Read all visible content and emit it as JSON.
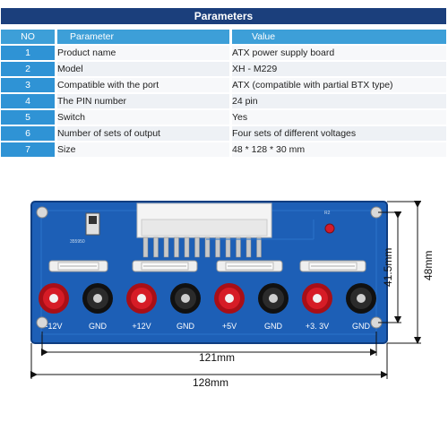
{
  "title": "Parameters",
  "table": {
    "headers": {
      "no": "NO",
      "name": "Parameter",
      "value": "Value"
    },
    "rows": [
      {
        "no": "1",
        "name": "Product name",
        "value": "ATX power supply board"
      },
      {
        "no": "2",
        "name": "Model",
        "value": "XH - M229"
      },
      {
        "no": "3",
        "name": "Compatible with the port",
        "value": "ATX (compatible with partial BTX type)"
      },
      {
        "no": "4",
        "name": "The PIN number",
        "value": "24 pin"
      },
      {
        "no": "5",
        "name": "Switch",
        "value": "Yes"
      },
      {
        "no": "6",
        "name": "Number of sets of output",
        "value": "Four sets of different voltages"
      },
      {
        "no": "7",
        "name": "Size",
        "value": "48 * 128 * 30 mm"
      }
    ]
  },
  "board": {
    "terminals": [
      "-12V",
      "GND",
      "+12V",
      "GND",
      "+5V",
      "GND",
      "+3. 3V",
      "GND"
    ],
    "terminal_colors": [
      "red",
      "black",
      "red",
      "black",
      "red",
      "black",
      "red",
      "black"
    ],
    "dimensions": {
      "inner_width": "121mm",
      "outer_width": "128mm",
      "inner_height": "41.5mm",
      "outer_height": "48mm"
    },
    "colors": {
      "pcb": "#1d5fb6",
      "red_post": "#c9141d",
      "black_post": "#1a1a1a"
    }
  }
}
